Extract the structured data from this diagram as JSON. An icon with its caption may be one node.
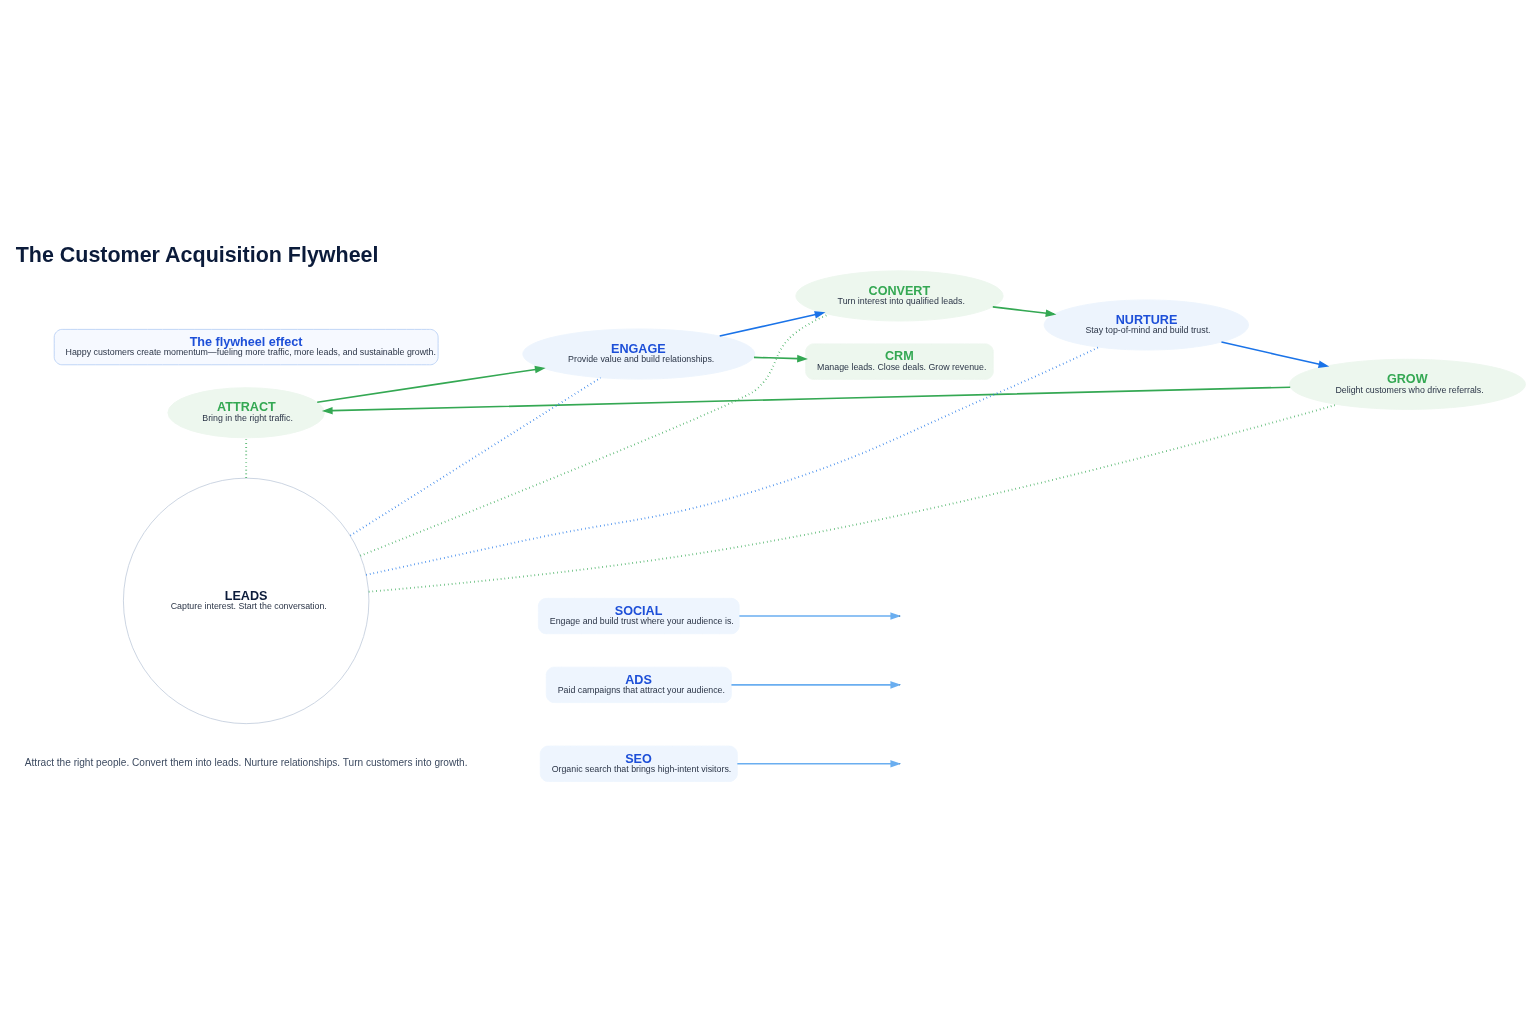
{
  "diagram": {
    "title": "The Customer Acquisition Flywheel",
    "nodes": [
      {
        "text": [
          "ADS",
          "Paid campaigns that attract your audience."
        ]
      },
      {
        "text": [
          "SEO",
          "Organic search that brings high-intent visitors."
        ]
      },
      {
        "text": [
          "SOCIAL",
          "Engage and build trust where your audience is."
        ]
      },
      {
        "text": [
          "ATTRACT",
          "Bring in the right traffic."
        ]
      },
      {
        "text": [
          "ENGAGE",
          "Provide value and build relationships."
        ]
      },
      {
        "text": [
          "CONVERT",
          "Turn interest into qualified leads."
        ]
      },
      {
        "text": [
          "NURTURE",
          "Stay top-of-mind and build trust."
        ]
      },
      {
        "text": [
          "GROW",
          "Delight customers who drive referrals."
        ]
      },
      {
        "text": [
          "LEADS",
          "Capture interest. Start the conversation."
        ]
      },
      {
        "text": [
          "CRM",
          "Manage leads. Close deals. Grow revenue."
        ]
      },
      {
        "text": [
          "The flywheel effect",
          "Happy customers create momentum—fueling more traffic, more leads, and sustainable growth."
        ]
      }
    ],
    "edges": [
      {
        "from": 0,
        "to": null,
        "arrow": "to",
        "color": "#6aaef0"
      },
      {
        "from": 1,
        "to": null,
        "arrow": "to",
        "color": "#6aaef0"
      },
      {
        "from": 2,
        "to": null,
        "arrow": "to",
        "color": "#6aaef0"
      },
      {
        "from": 7,
        "to": 3,
        "arrow": "to"
      },
      {
        "from": 3,
        "to": 4,
        "arrow": "to"
      },
      {
        "from": 4,
        "to": 5,
        "arrow": "to",
        "color": "#1a73e8"
      },
      {
        "from": 5,
        "to": 6,
        "arrow": "to"
      },
      {
        "from": 6,
        "to": 7,
        "arrow": "to",
        "color": "#1a73e8"
      },
      {
        "from": 8,
        "to": 3,
        "arrow": "none",
        "style": "dashed"
      },
      {
        "from": 8,
        "to": 4,
        "arrow": "none",
        "style": "dashed",
        "color": "#1a73e8"
      },
      {
        "from": 8,
        "to": 5,
        "arrow": "none",
        "style": "dashed"
      },
      {
        "from": 8,
        "to": 6,
        "arrow": "none",
        "style": "dashed",
        "color": "#1a73e8"
      },
      {
        "from": 8,
        "to": 7,
        "arrow": "none",
        "style": "dashed"
      },
      {
        "from": 4,
        "to": 9,
        "arrow": "to"
      }
    ],
    "labels": [
      "Attract the right people. Convert them into leads. Nurture relationships. Turn customers into growth."
    ]
  }
}
